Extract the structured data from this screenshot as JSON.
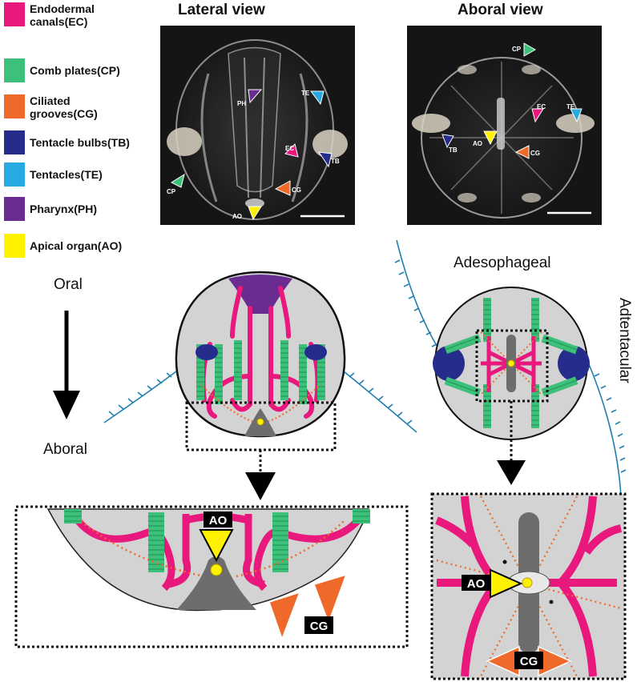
{
  "legend": [
    {
      "label": "Endodermal canals(EC)",
      "color": "#e8187c",
      "short": "EC"
    },
    {
      "label": "Comb plates(CP)",
      "color": "#3cc07a",
      "short": "CP"
    },
    {
      "label": "Ciliated grooves(CG)",
      "color": "#ef6a2a",
      "short": "CG"
    },
    {
      "label": "Tentacle bulbs(TB)",
      "color": "#262c8c",
      "short": "TB"
    },
    {
      "label": "Tentacles(TE)",
      "color": "#27a9e1",
      "short": "TE"
    },
    {
      "label": "Pharynx(PH)",
      "color": "#6a2c91",
      "short": "PH"
    },
    {
      "label": "Apical organ(AO)",
      "color": "#fff200",
      "short": "AO"
    }
  ],
  "legend_lines": [
    [
      "Endodermal",
      "canals(EC)"
    ],
    [
      "Comb plates(CP)"
    ],
    [
      "Ciliated",
      "grooves(CG)"
    ],
    [
      "Tentacle bulbs(TB)"
    ],
    [
      "Tentacles(TE)"
    ],
    [
      "Pharynx(PH)"
    ],
    [
      "Apical organ(AO)"
    ]
  ],
  "photos": {
    "lateral_title": "Lateral view",
    "aboral_title": "Aboral view",
    "lateral_labels": {
      "PH": "PH",
      "TE": "TE",
      "EC": "EC",
      "TB": "TB",
      "CP": "CP",
      "CG": "CG",
      "AO": "AO"
    },
    "aboral_labels": {
      "CP": "CP",
      "EC": "EC",
      "TE": "TE",
      "TB": "TB",
      "AO": "AO",
      "CG": "CG"
    }
  },
  "orientation": {
    "oral": "Oral",
    "aboral": "Aboral",
    "adesophageal": "Adesophageal",
    "adtentacular": "Adtentacular"
  },
  "zoom": {
    "ao": "AO",
    "cg": "CG"
  },
  "colors": {
    "body": "#d3d3d3",
    "canal": "#e8187c",
    "comb": "#3cc07a",
    "groove": "#ef6a2a",
    "bulb": "#262c8c",
    "tentacle": "#27a9e1",
    "pharynx": "#6a2c91",
    "apical": "#fff200",
    "dark_gray": "#6d6d6d"
  }
}
